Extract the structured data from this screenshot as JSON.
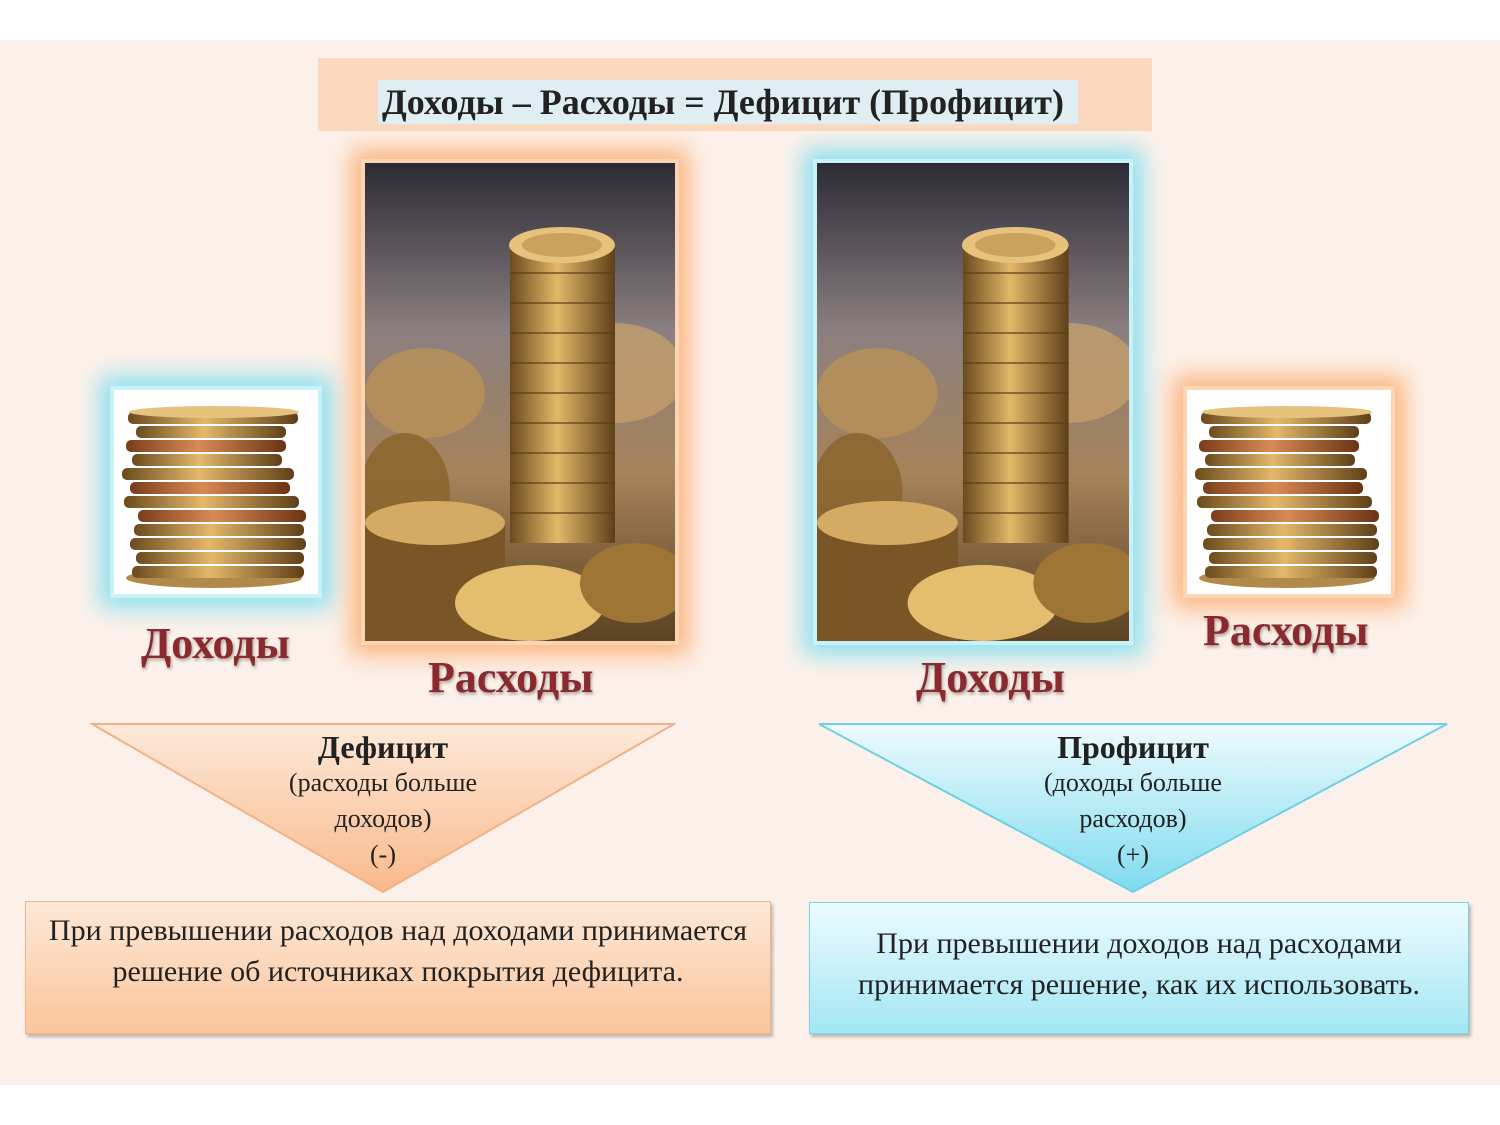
{
  "formula": "Доходы – Расходы = Дефицит (Профицит)",
  "left": {
    "small_caption": "Доходы",
    "big_caption": "Расходы",
    "triangle": {
      "title": "Дефицит",
      "line1": "(расходы больше",
      "line2": "доходов)",
      "sign": "(-)"
    },
    "note": "При превышении расходов над доходами принимается решение об источниках покрытия дефицита."
  },
  "right": {
    "big_caption": "Доходы",
    "small_caption": "Расходы",
    "triangle": {
      "title": "Профицит",
      "line1": "(доходы больше",
      "line2": "расходов)",
      "sign": "(+)"
    },
    "note": "При превышении доходов над расходами принимается решение, как их использовать."
  },
  "colors": {
    "caption": "#8a2a2e",
    "orange_accent": "#fbb57e",
    "blue_accent": "#8ee0ef"
  }
}
